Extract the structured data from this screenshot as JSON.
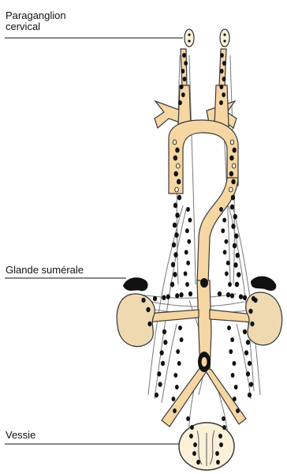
{
  "labels": {
    "paraganglion": [
      "Paraganglion",
      "cervical"
    ],
    "gland": "Glande sumérale",
    "bladder": "Vessie"
  },
  "colors": {
    "vessel": "#f6d6a2",
    "vessel_stroke": "#3a3a3a",
    "kidney": "#efd9b0",
    "gland": "#111111",
    "ganglion": "#111111",
    "nerve": "#6a6a6a",
    "leader": "#111111",
    "bladder": "#fbf1d8"
  },
  "icons": [
    "paraganglion-body",
    "aorta",
    "kidney",
    "adrenal-gland",
    "bladder",
    "ganglion-dot",
    "nerve-fiber"
  ]
}
